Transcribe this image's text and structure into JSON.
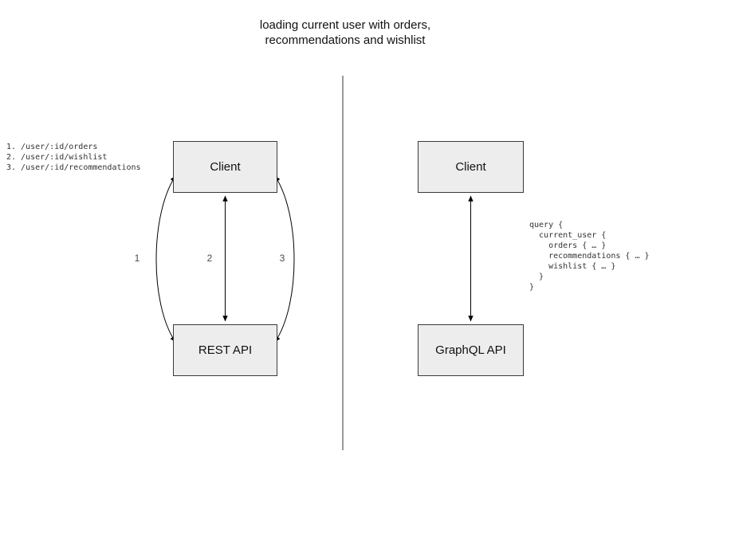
{
  "title": {
    "line1": "loading current user with orders,",
    "line2": "recommendations and wishlist"
  },
  "left_panel": {
    "client_label": "Client",
    "api_label": "REST API",
    "endpoints": [
      "1. /user/:id/orders",
      "2. /user/:id/wishlist",
      "3. /user/:id/recommendations"
    ],
    "arrow_labels": [
      "1",
      "2",
      "3"
    ]
  },
  "right_panel": {
    "client_label": "Client",
    "api_label": "GraphQL API",
    "query_lines": [
      "query {",
      "  current_user {",
      "    orders { … }",
      "    recommendations { … }",
      "    wishlist { … }",
      "  }",
      "}"
    ]
  },
  "colors": {
    "box_fill": "#ededed",
    "box_border": "#3a3a3a",
    "arrow": "#000000",
    "divider": "#333333"
  }
}
